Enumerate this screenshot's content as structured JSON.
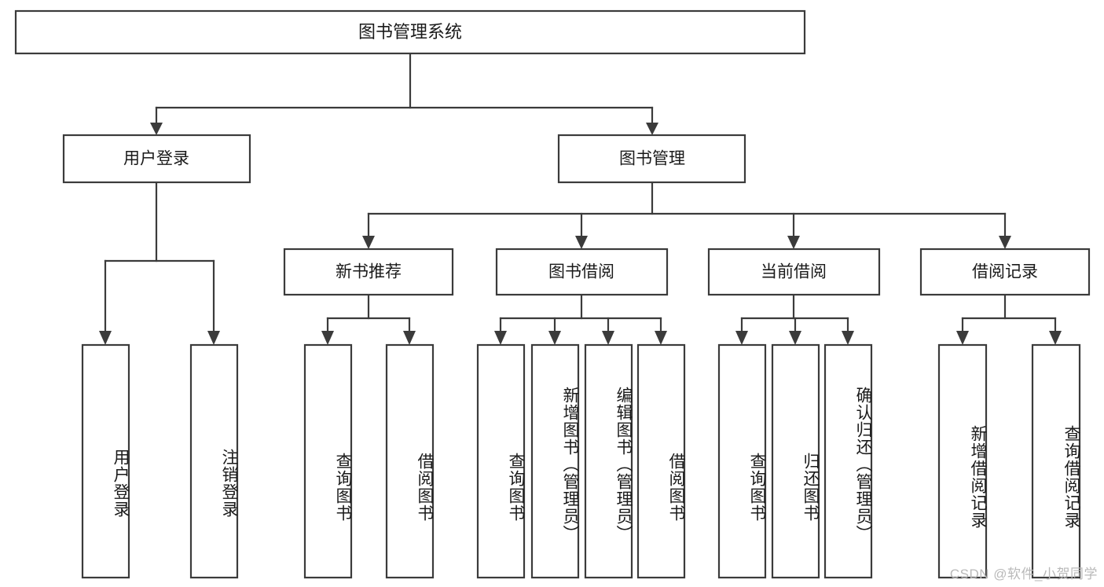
{
  "diagram": {
    "title": "图书管理系统",
    "type": "tree-hierarchy-diagram",
    "root": {
      "label": "图书管理系统"
    },
    "level1": [
      {
        "label": "用户登录"
      },
      {
        "label": "图书管理"
      }
    ],
    "level2": [
      {
        "label": "新书推荐",
        "parent": "图书管理"
      },
      {
        "label": "图书借阅",
        "parent": "图书管理"
      },
      {
        "label": "当前借阅",
        "parent": "图书管理"
      },
      {
        "label": "借阅记录",
        "parent": "图书管理"
      }
    ],
    "leaves": {
      "user_login": [
        {
          "label": "用户登录"
        },
        {
          "label": "注销登录"
        }
      ],
      "new_book_recommend": [
        {
          "label": "查询图书"
        },
        {
          "label": "借阅图书"
        }
      ],
      "book_borrow": [
        {
          "label": "查询图书"
        },
        {
          "label": "新增图书（管理员）"
        },
        {
          "label": "编辑图书（管理员）"
        },
        {
          "label": "借阅图书"
        }
      ],
      "current_borrow": [
        {
          "label": "查询图书"
        },
        {
          "label": "归还图书"
        },
        {
          "label": "确认归还（管理员）"
        }
      ],
      "borrow_record": [
        {
          "label": "新增借阅记录"
        },
        {
          "label": "查询借阅记录"
        }
      ]
    }
  },
  "watermark": {
    "text": "CSDN @软件_小贺同学"
  },
  "colors": {
    "box_border": "#3b3b3b",
    "box_fill": "#ffffff",
    "text": "#1a1a1a",
    "connector": "#3b3b3b",
    "watermark": "#b9b9b9",
    "background": "#ffffff"
  }
}
